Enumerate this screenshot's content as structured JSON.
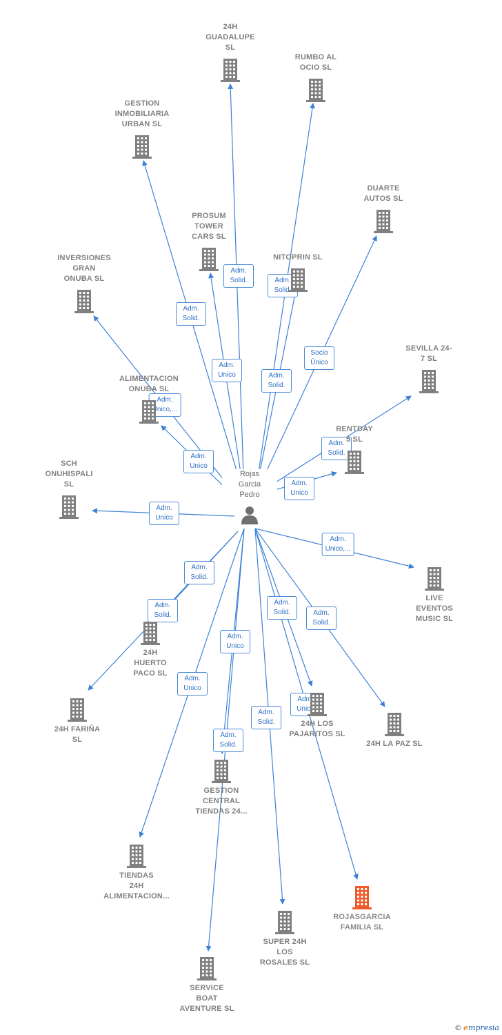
{
  "colors": {
    "node": "#808080",
    "highlight": "#f05a28",
    "edge": "#3b82d6",
    "label_text": "#2f6fc4"
  },
  "center": {
    "label": "Rojas\nGarcia\nPedro",
    "icon": "person-icon"
  },
  "nodes": [
    {
      "id": "n1",
      "label": "24H\nGUADALUPE\nSL",
      "highlight": false
    },
    {
      "id": "n2",
      "label": "RUMBO AL\nOCIO  SL",
      "highlight": false
    },
    {
      "id": "n3",
      "label": "GESTION\nINMOBILIARIA\nURBAN  SL",
      "highlight": false
    },
    {
      "id": "n4",
      "label": "DUARTE\nAUTOS  SL",
      "highlight": false
    },
    {
      "id": "n5",
      "label": "PROSUM\nTOWER\nCARS  SL",
      "highlight": false
    },
    {
      "id": "n6",
      "label": "NITOPRIN  SL",
      "highlight": false
    },
    {
      "id": "n7",
      "label": "INVERSIONES\nGRAN\nONUBA  SL",
      "highlight": false
    },
    {
      "id": "n8",
      "label": "SEVILLA 24-\n7  SL",
      "highlight": false
    },
    {
      "id": "n9",
      "label": "ALIMENTACION\nONUBA  SL",
      "highlight": false
    },
    {
      "id": "n10",
      "label": "RENTDAY\n5  SL",
      "highlight": false
    },
    {
      "id": "n11",
      "label": "SCH\nONUHISPALI\nSL",
      "highlight": false
    },
    {
      "id": "n12",
      "label": "LIVE\nEVENTOS\nMUSIC  SL",
      "highlight": false
    },
    {
      "id": "n13",
      "label": "24H\nHUERTO\nPACO  SL",
      "highlight": false
    },
    {
      "id": "n14",
      "label": "24H FARIÑA\nSL",
      "highlight": false
    },
    {
      "id": "n15",
      "label": "24H LOS\nPAJARITOS  SL",
      "highlight": false
    },
    {
      "id": "n16",
      "label": "24H LA PAZ  SL",
      "highlight": false
    },
    {
      "id": "n17",
      "label": "GESTION\nCENTRAL\nTIENDAS 24...",
      "highlight": false
    },
    {
      "id": "n18",
      "label": "TIENDAS\n24H\nALIMENTACION...",
      "highlight": false
    },
    {
      "id": "n19",
      "label": "ROJASGARCIA\nFAMILIA  SL",
      "highlight": true
    },
    {
      "id": "n20",
      "label": "SUPER 24H\nLOS\nROSALES  SL",
      "highlight": false
    },
    {
      "id": "n21",
      "label": "SERVICE\nBOAT\nAVENTURE  SL",
      "highlight": false
    }
  ],
  "edges": [
    {
      "to": "n1",
      "label": "Adm.\nSolid."
    },
    {
      "to": "n2",
      "label": "Adm.\nSolid."
    },
    {
      "to": "n3",
      "label": "Adm.\nSolid."
    },
    {
      "to": "n4",
      "label": "Socio\nÚnico"
    },
    {
      "to": "n5",
      "label": "Adm.\nUnico"
    },
    {
      "to": "n6",
      "label": "Adm.\nSolid."
    },
    {
      "to": "n7",
      "label": "Adm.\nUnico,..."
    },
    {
      "to": "n8",
      "label": "Adm.\nSolid."
    },
    {
      "to": "n9",
      "label": "Adm.\nUnico"
    },
    {
      "to": "n10",
      "label": "Adm.\nUnico"
    },
    {
      "to": "n11",
      "label": "Adm.\nUnico"
    },
    {
      "to": "n12",
      "label": "Adm.\nUnico,..."
    },
    {
      "to": "n13",
      "label": "Adm.\nSolid."
    },
    {
      "to": "n14",
      "label": "Adm.\nSolid."
    },
    {
      "to": "n15",
      "label": "Adm.\nSolid."
    },
    {
      "to": "n16",
      "label": "Adm.\nSolid."
    },
    {
      "to": "n17",
      "label": "Adm.\nUnico"
    },
    {
      "to": "n18",
      "label": "Adm.\nUnico"
    },
    {
      "to": "n19",
      "label": "Adm.\nUnico"
    },
    {
      "to": "n20",
      "label": "Adm.\nSolid."
    },
    {
      "to": "n21",
      "label": "Adm.\nSolid."
    }
  ],
  "footer": {
    "copyright": "©",
    "brand_first": "e",
    "brand_rest": "mpresia"
  }
}
